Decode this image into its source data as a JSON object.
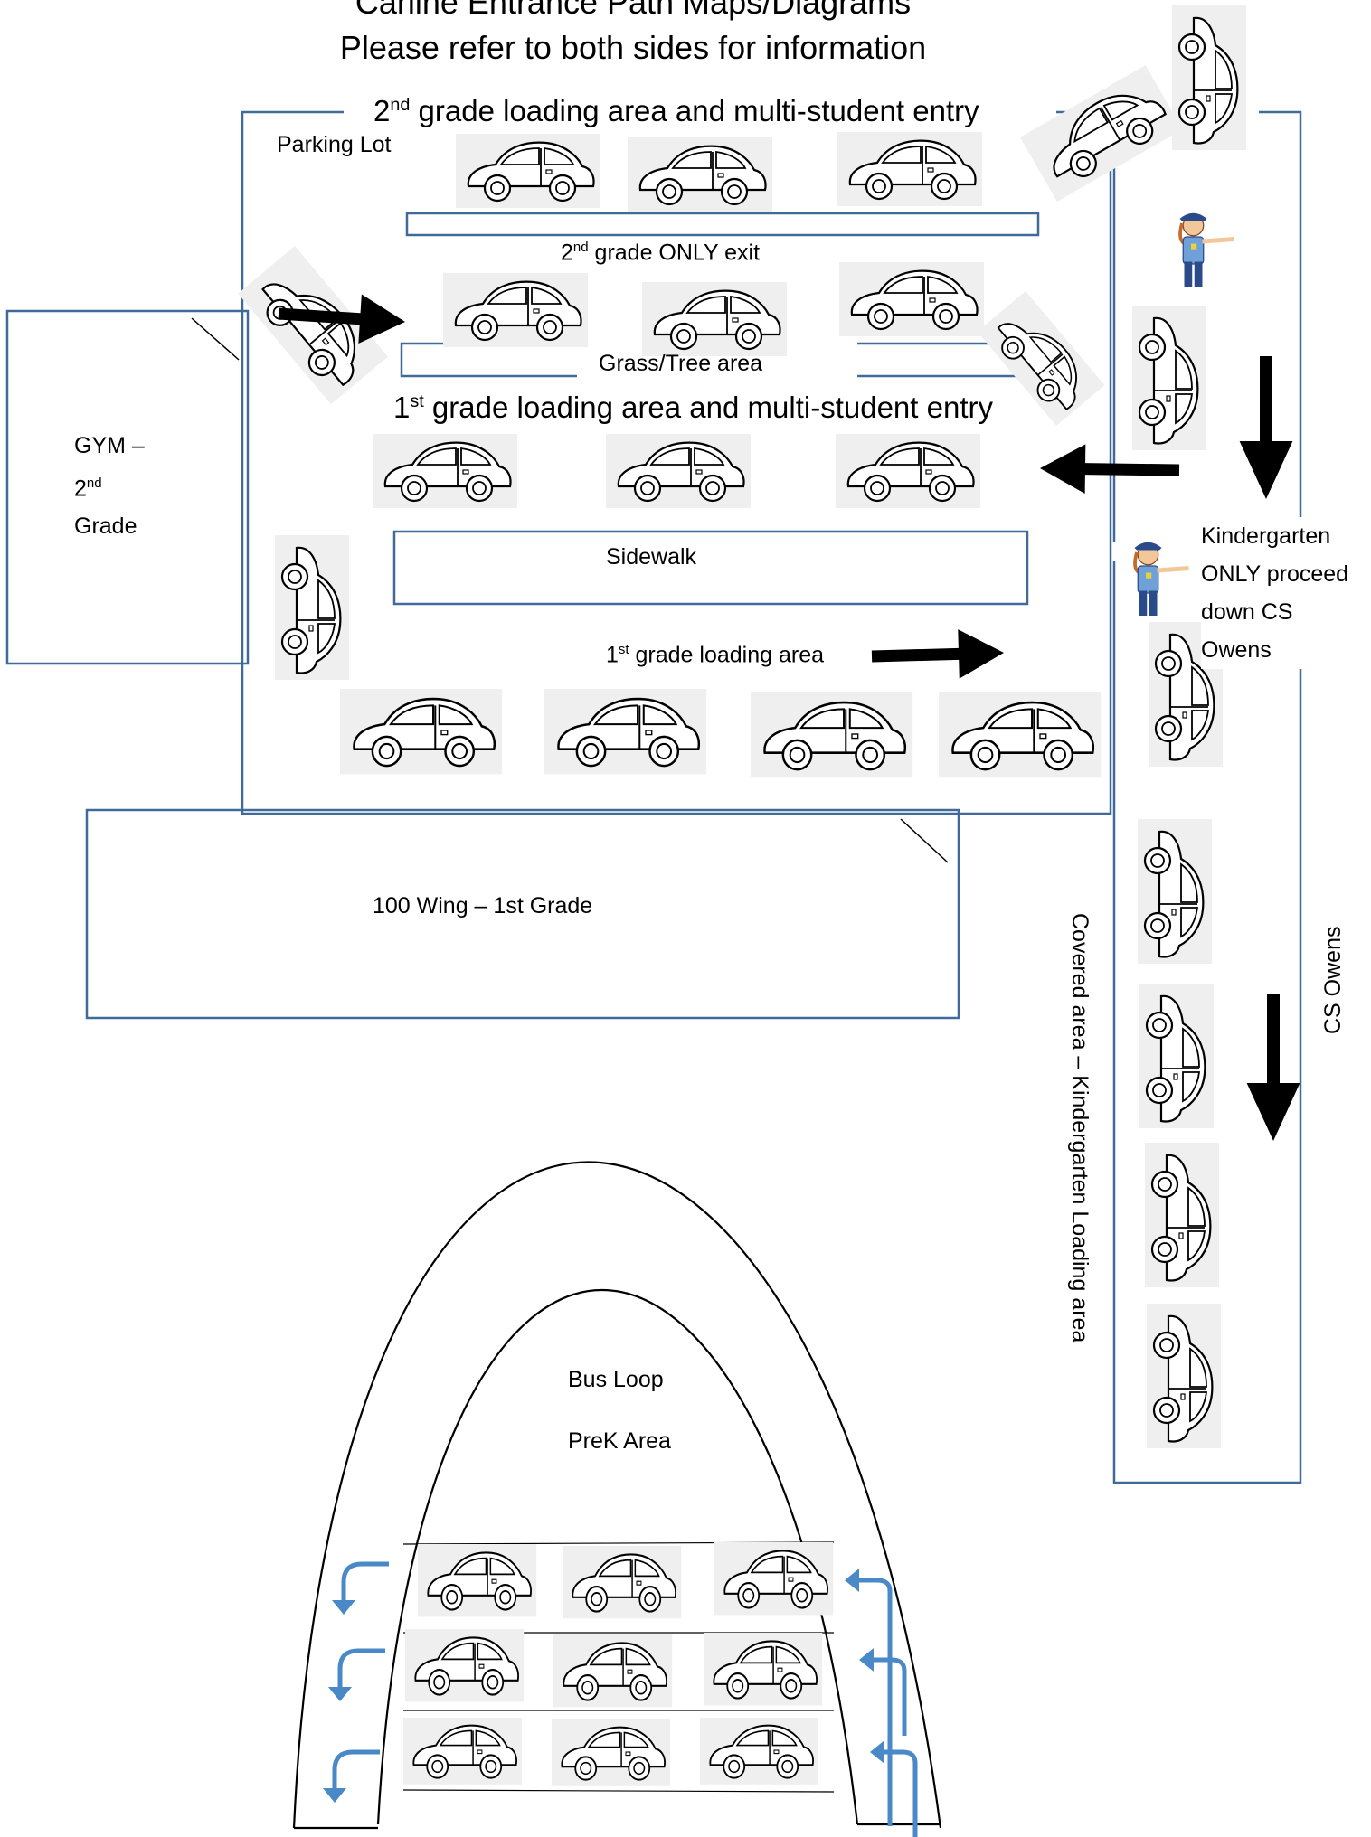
{
  "title": {
    "line1": "Carline Entrance Path Maps/Diagrams",
    "line2": "Please refer to both sides for information"
  },
  "labels": {
    "second_grade_area": {
      "ordinal": "2",
      "suffix": "nd",
      "text": " grade loading area and multi-student entry"
    },
    "parking_lot": "Parking Lot",
    "second_grade_exit": {
      "ordinal": "2",
      "suffix": "nd",
      "text": " grade ONLY exit"
    },
    "grass_tree_area": "Grass/Tree area",
    "first_grade_area": {
      "ordinal": "1",
      "suffix": "st",
      "text": " grade loading area and multi-student entry"
    },
    "gym": {
      "line1": "GYM –",
      "line2_ordinal": "2",
      "line2_suffix": "nd",
      "line3": "Grade"
    },
    "sidewalk": "Sidewalk",
    "first_grade_loading": {
      "ordinal": "1",
      "suffix": "st",
      "text": " grade loading area"
    },
    "kindergarten_note": [
      "Kindergarten",
      "ONLY proceed",
      "down CS",
      "Owens"
    ],
    "wing_100": "100 Wing – 1st Grade",
    "covered_area": "Covered area – Kindergarten Loading area",
    "cs_owens": "CS Owens",
    "bus_loop": "Bus Loop",
    "prek_area": "PreK Area"
  },
  "colors": {
    "outline_blue": "#3f6a9a",
    "arrow_black": "#000000",
    "flow_arrow_blue": "#4a89c8",
    "car_bg": "#efefef"
  },
  "icons": {
    "car": "car-icon",
    "crossing_guard": "crossing-guard-icon",
    "direction_arrow": "arrow-icon",
    "turn_arrow": "turn-arrow-icon"
  }
}
